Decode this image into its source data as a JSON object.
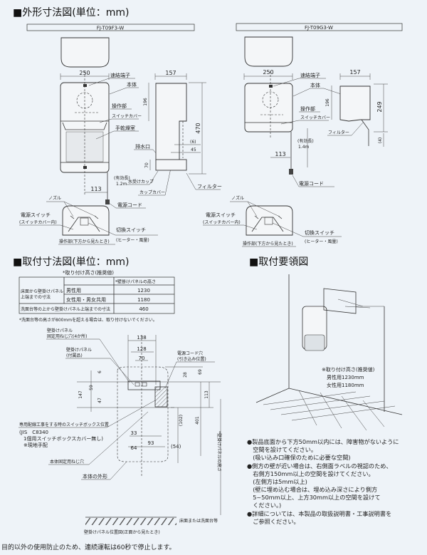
{
  "outline": {
    "title": "■外形寸法図(単位：mm)",
    "left_model": {
      "name": "FJ-T09F3-W",
      "dims": {
        "width": "250",
        "depth": "157",
        "upper": "196",
        "height": "470",
        "gap": "(6)",
        "d45": "45",
        "d70": "70",
        "d113": "113"
      },
      "labels": {
        "terminal": "速結端子",
        "body": "本体",
        "operation": "操作部",
        "switch_cover": "スイッチカバー",
        "drying_room": "手乾燥室",
        "drain": "排水口",
        "cord_len_1": "(有効長)",
        "cord_len_2": "1.2m",
        "water_cup": "水受けカップ",
        "cup_cover": "カップカバー",
        "filter": "フィルター",
        "power_cord": "電源コード"
      },
      "bottom": {
        "nozzle": "ノズル",
        "power_switch": "電源スイッチ",
        "power_switch_sub": "(スイッチカバー内)",
        "change_switch": "切換スイッチ",
        "change_switch_sub": "(ヒーター・風量)",
        "caption": "操作部(下方から見たとき)"
      }
    },
    "right_model": {
      "name": "FJ-T09G3-W",
      "dims": {
        "width": "250",
        "depth": "157",
        "upper": "196",
        "height": "249",
        "gap": "(4)",
        "d113": "113"
      },
      "labels": {
        "terminal": "速結端子",
        "body": "本体",
        "operation": "操作部",
        "switch_cover": "スイッチカバー",
        "filter": "フィルター",
        "cord_len_1": "(有効長)",
        "cord_len_2": "1.4m",
        "power_cord": "電源コード"
      },
      "bottom": {
        "nozzle": "ノズル",
        "power_switch": "電源スイッチ",
        "power_switch_sub": "(スイッチカバー内)",
        "change_switch": "切換スイッチ",
        "change_switch_sub": "(ヒーター・風量)",
        "caption": "操作部(下方から見たとき)"
      }
    }
  },
  "mounting": {
    "title": "■取付寸法図(単位：mm)",
    "table": {
      "caption": "*取り付け高さ(推奨値)",
      "header": "*壁掛けパネルの高さ",
      "group_label_1": "床面から壁掛けパネル",
      "group_label_2": "上端までの寸法",
      "rows": [
        {
          "label": "男性用",
          "value": "1230"
        },
        {
          "label": "女性用・男女共用",
          "value": "1180"
        }
      ],
      "basin_label": "洗面台等の上から壁掛けパネル上端までの寸法",
      "basin_value": "460"
    },
    "note": "*洗面台等の高さが800mmを超える場合は、取り付けないでください。",
    "labels": {
      "screw_holes_1": "壁掛けパネル",
      "screw_holes_2": "固定用ねじ穴(4か所)",
      "panel_1": "壁掛けパネル",
      "panel_2": "(付属品)",
      "cord_hole_1": "電源コード穴",
      "cord_hole_2": "(引き込み位置)",
      "switch_box": "専用配線工事をする時のスイッチボックス位置",
      "jis_1": "(JIS　C8340",
      "jis_2": "1個用スイッチボックスカバー無し)",
      "jis_3": "※現地手配",
      "body_screw": "本体固定用ねじ穴",
      "body_outline": "本体の外形",
      "panel_height": "*壁掛けパネルの高さ",
      "floor": "床面または洗面台等",
      "caption": "壁掛けパネル位置図(正面から見たとき)"
    },
    "dims": {
      "d138": "138",
      "d128": "128",
      "d70": "70",
      "d6": "6",
      "d59": "59",
      "d147": "147",
      "d47": "47",
      "d28": "28",
      "d69": "69",
      "d113": "113",
      "d102": "(102)",
      "d401": "401",
      "d33": "33",
      "d93": "93",
      "d64": "64",
      "d54": "(54)"
    }
  },
  "install": {
    "title": "■取付要領図",
    "height_note": [
      "※取り付け高さ(推奨値)",
      "男性用1230mm",
      "女性用1180mm"
    ],
    "notes": [
      "●製品底面から下方50mm以内には、障害物がないように",
      "　空間を設けてください。",
      "　(吸い込み口確保のために必要な空間)",
      "●側方の壁が近い場合は、右側面ラベルの視認のため、",
      "　右側方150mm以上の空間を設けてください。",
      "　(左側方は5mm以上)",
      "　(壁に埋め込む場合は、埋め込み深さにより側方",
      "　5~50mm以上、上方30mm以上の空間を設けて",
      "　ください。)",
      "●詳細については、本製品の取扱説明書・工事説明書を",
      "　ご参照ください。"
    ]
  },
  "footer": "目的以外の使用防止のため、連続運転は60秒で停止します。"
}
